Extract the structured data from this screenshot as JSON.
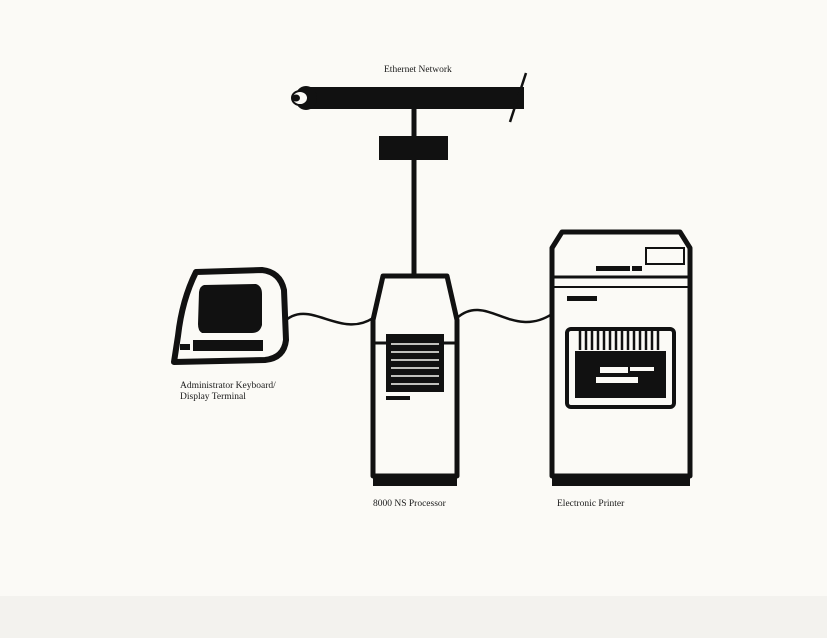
{
  "diagram": {
    "network_label": "Ethernet Network",
    "terminal_label_line1": "Administrator Keyboard/",
    "terminal_label_line2": "Display Terminal",
    "processor_label": "8000 NS Processor",
    "printer_label": "Electronic Printer"
  },
  "colors": {
    "ink": "#111111",
    "paper": "#fbfaf6"
  }
}
